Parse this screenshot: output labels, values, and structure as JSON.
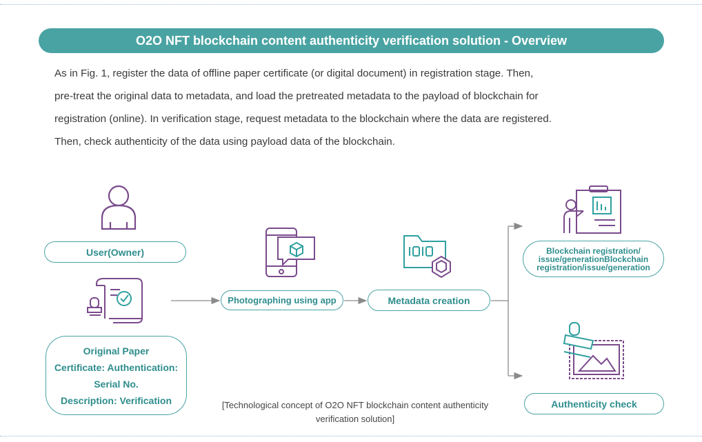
{
  "banner": {
    "title": "O2O NFT blockchain content authenticity verification solution - Overview"
  },
  "intro": {
    "lines": [
      "As in Fig. 1, register the data of offline paper certificate (or digital document) in registration stage. Then,",
      "pre-treat the original data to metadata, and load the pretreated metadata to the payload of blockchain for",
      "registration (online). In verification stage, request metadata to the blockchain where the data are registered.",
      "Then, check authenticity of the data using payload data of the blockchain."
    ]
  },
  "diagram": {
    "user_label": "User(Owner)",
    "paper_label": {
      "line1": "Original Paper",
      "line2": "Certificate: Authentication:",
      "line3": "Serial No.",
      "line4": "Description: Verification"
    },
    "photo_label": "Photographing using app",
    "metadata_label": "Metadata creation",
    "blockchain_label": "Blockchain registration/ issue/generationBlockchain registration/issue/generation",
    "auth_label": "Authenticity check",
    "caption_line1": "[Technological concept of O2O NFT blockchain content authenticity",
    "caption_line2": "verification solution]",
    "icons": {
      "user": "user-icon",
      "certificate": "certificate-stamp-icon",
      "phone": "smartphone-camera-icon",
      "folder": "binary-folder-icon",
      "presentation": "presenter-board-icon",
      "stamp": "stamp-icon"
    },
    "colors": {
      "accent": "#4aa3a3",
      "icon": "#7a4a8c",
      "arrow": "#8a8a8a"
    }
  }
}
